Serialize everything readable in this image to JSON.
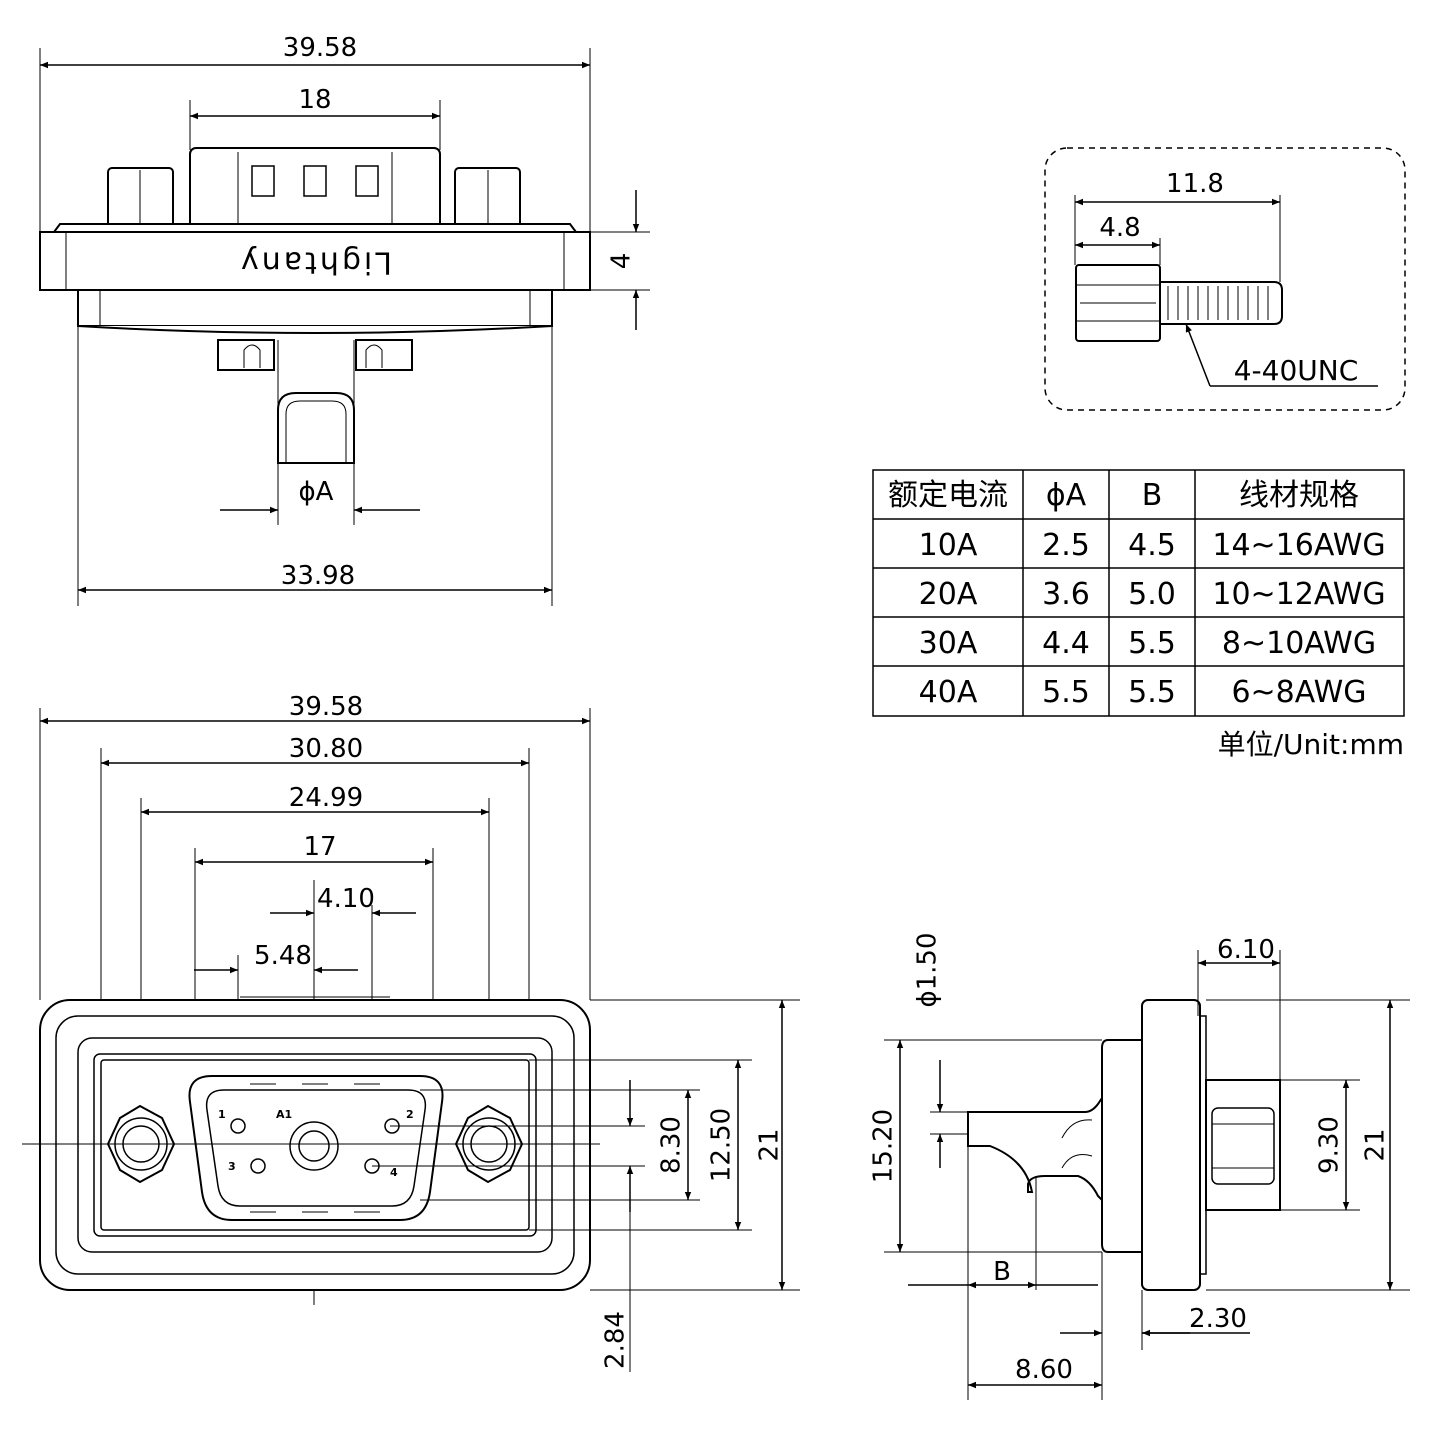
{
  "brand_mark": "Lightany",
  "top_view": {
    "width_overall": "39.58",
    "shell_width": "18",
    "flange_thickness": "4",
    "pin_diameter": "ϕA",
    "bottom_width": "33.98"
  },
  "screw_detail": {
    "total_length": "11.8",
    "head_length": "4.8",
    "thread": "4-40UNC"
  },
  "spec_table": {
    "headers": [
      "额定电流",
      "ϕA",
      "B",
      "线材规格"
    ],
    "rows": [
      [
        "10A",
        "2.5",
        "4.5",
        "14~16AWG"
      ],
      [
        "20A",
        "3.6",
        "5.0",
        "10~12AWG"
      ],
      [
        "30A",
        "4.4",
        "5.5",
        "8~10AWG"
      ],
      [
        "40A",
        "5.5",
        "5.5",
        "6~8AWG"
      ]
    ],
    "unit_note": "单位/Unit:mm"
  },
  "front_view": {
    "width_overall": "39.58",
    "hole_spacing": "30.80",
    "mount_hole_spacing": "24.99",
    "shell_width": "17",
    "pin_spacing_upper": "4.10",
    "pin_spacing_lower": "5.48",
    "height_overall": "21",
    "shell_height": "12.50",
    "pin_row_spacing": "8.30",
    "offset_bottom": "2.84",
    "pin_labels": [
      "1",
      "A1",
      "2",
      "3",
      "4"
    ]
  },
  "side_view": {
    "pin_diameter": "ϕ1.50",
    "flange_depth": "6.10",
    "body_height": "15.20",
    "nut_height": "9.30",
    "height_overall": "21",
    "cable_length": "B",
    "flange_thickness": "2.30",
    "tail_length": "8.60"
  }
}
